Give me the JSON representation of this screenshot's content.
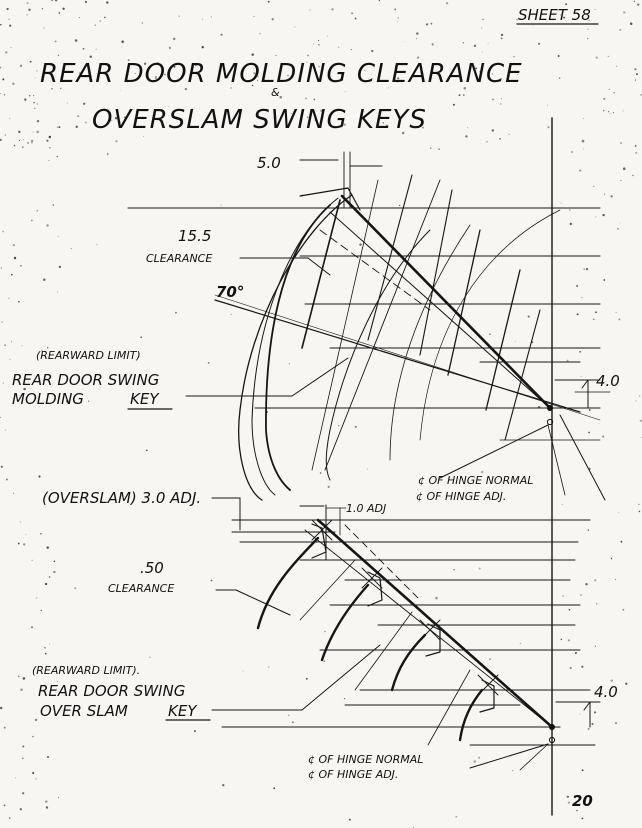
{
  "sheet_label": "SHEET 58",
  "title_line1": "REAR DOOR MOLDING CLEARANCE",
  "title_amp": "&",
  "title_line2": "OVERSLAM SWING KEYS",
  "upper": {
    "dim_top": "5.0",
    "clearance_value": "15.5",
    "clearance_label": "CLEARANCE",
    "angle": "70°",
    "limit_note": "(REARWARD LIMIT)",
    "key_line1": "REAR DOOR SWING",
    "key_line2": "MOLDING",
    "key_word": "KEY",
    "dim_right": "4.0",
    "hinge_normal": "¢ OF HINGE NORMAL",
    "hinge_adj": "¢ OF HINGE ADJ."
  },
  "lower": {
    "overslam_label": "(OVERSLAM) 3.0 ADJ.",
    "dim_adj": "1.0 ADJ",
    "clearance_value": ".50",
    "clearance_label": "CLEARANCE",
    "limit_note": "(REARWARD LIMIT).",
    "key_line1": "REAR DOOR SWING",
    "key_line2": "OVER SLAM",
    "key_word": "KEY",
    "dim_right": "4.0",
    "hinge_normal": "¢ OF HINGE NORMAL",
    "hinge_adj": "¢ OF HINGE ADJ."
  },
  "page_number": "20"
}
